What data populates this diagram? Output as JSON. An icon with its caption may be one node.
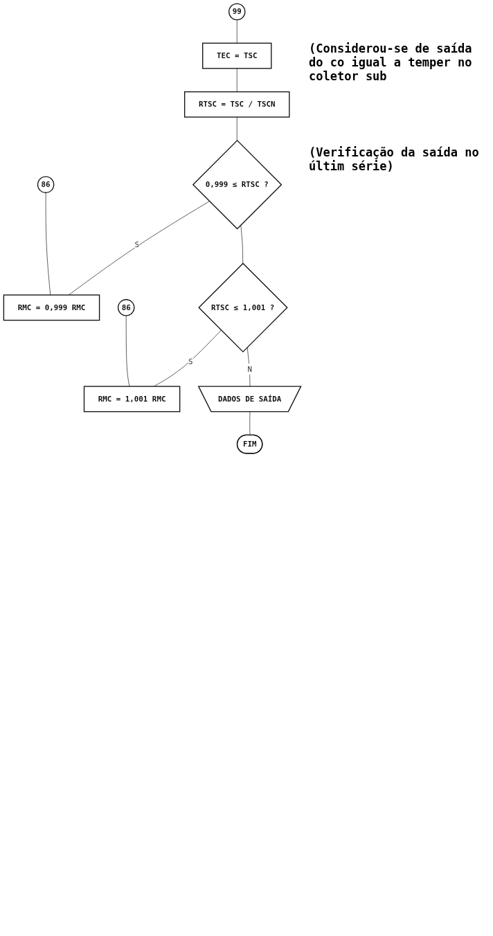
{
  "diagram": {
    "nodes": [
      {
        "text": [
          "99"
        ]
      },
      {
        "text": [
          "TEC = TSC"
        ]
      },
      {
        "text": [
          "RTSC = TSC / TSCN"
        ]
      },
      {
        "text": [
          "86"
        ]
      },
      {
        "text": [
          "RMC = 0,999 RMC"
        ]
      },
      {
        "text": [
          "0,999 ≤ RTSC ?"
        ]
      },
      {
        "text": [
          "86"
        ]
      },
      {
        "text": [
          "RMC = 1,001 RMC"
        ]
      },
      {
        "text": [
          "RTSC ≤ 1,001 ?"
        ]
      },
      {
        "text": [
          "DADOS DE SAÍDA"
        ]
      },
      {
        "text": [
          "FIM"
        ]
      }
    ],
    "edges": [
      {
        "from": 0,
        "to": 1,
        "arrow": "none"
      },
      {
        "from": 1,
        "to": 2,
        "arrow": "none"
      },
      {
        "from": 2,
        "to": 5,
        "arrow": "none"
      },
      {
        "from": 5,
        "to": 4,
        "arrow": "none",
        "label": "S"
      },
      {
        "from": 3,
        "to": 4,
        "arrow": "none"
      },
      {
        "from": 5,
        "to": 8,
        "arrow": "none"
      },
      {
        "from": 8,
        "to": 7,
        "arrow": "none",
        "label": "S"
      },
      {
        "from": 6,
        "to": 7,
        "arrow": "none"
      },
      {
        "from": 8,
        "to": 9,
        "arrow": "none",
        "label": "N"
      },
      {
        "from": 9,
        "to": 10,
        "arrow": "none"
      }
    ],
    "labels": [
      "(Considerou-se de saída do co igual a temper no coletor sub",
      "(Verificação da saída no últim série)"
    ]
  }
}
